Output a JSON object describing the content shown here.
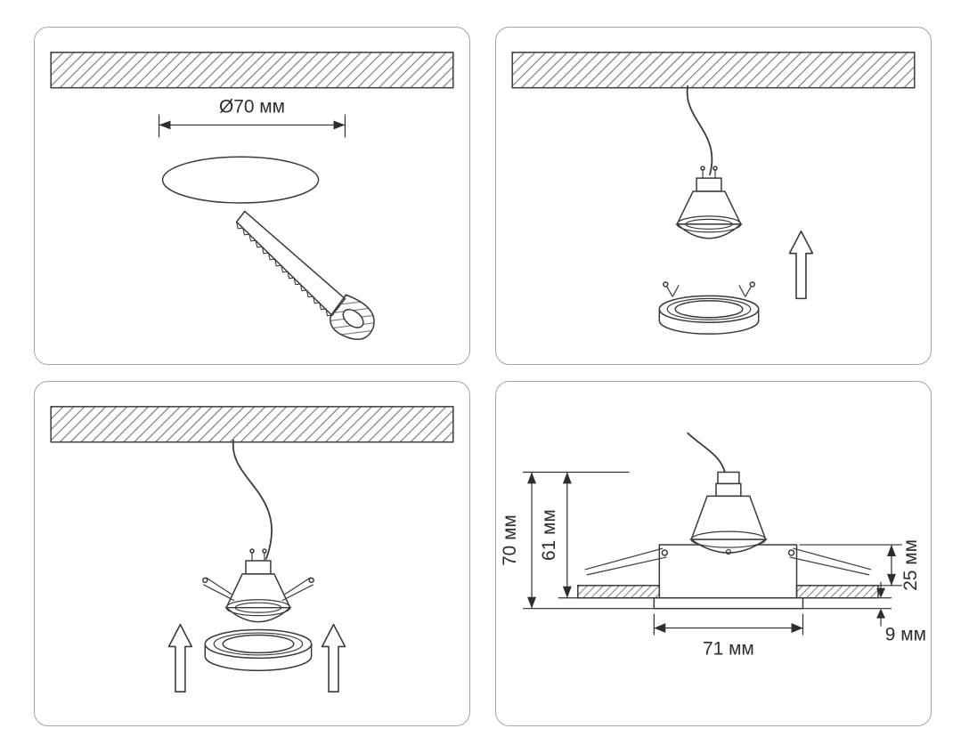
{
  "panels": {
    "step1": {
      "hole_diameter": "Ø70 мм"
    },
    "step4": {
      "height_total": "70 мм",
      "height_inner": "61 мм",
      "recess_above_ceiling": "25 мм",
      "flange_depth": "9 мм",
      "body_width": "71 мм"
    }
  },
  "colors": {
    "background": "#ffffff",
    "panel_border": "#a6a6a6",
    "line": "#3a3a3a",
    "hatch": "#6a6a6a"
  },
  "icons": {
    "ceiling": "ceiling-hatch",
    "saw": "handsaw-icon",
    "lamp": "spotlight-lamp-icon",
    "mounting_ring": "mounting-ring-icon",
    "up_arrow": "up-arrow-icon"
  }
}
